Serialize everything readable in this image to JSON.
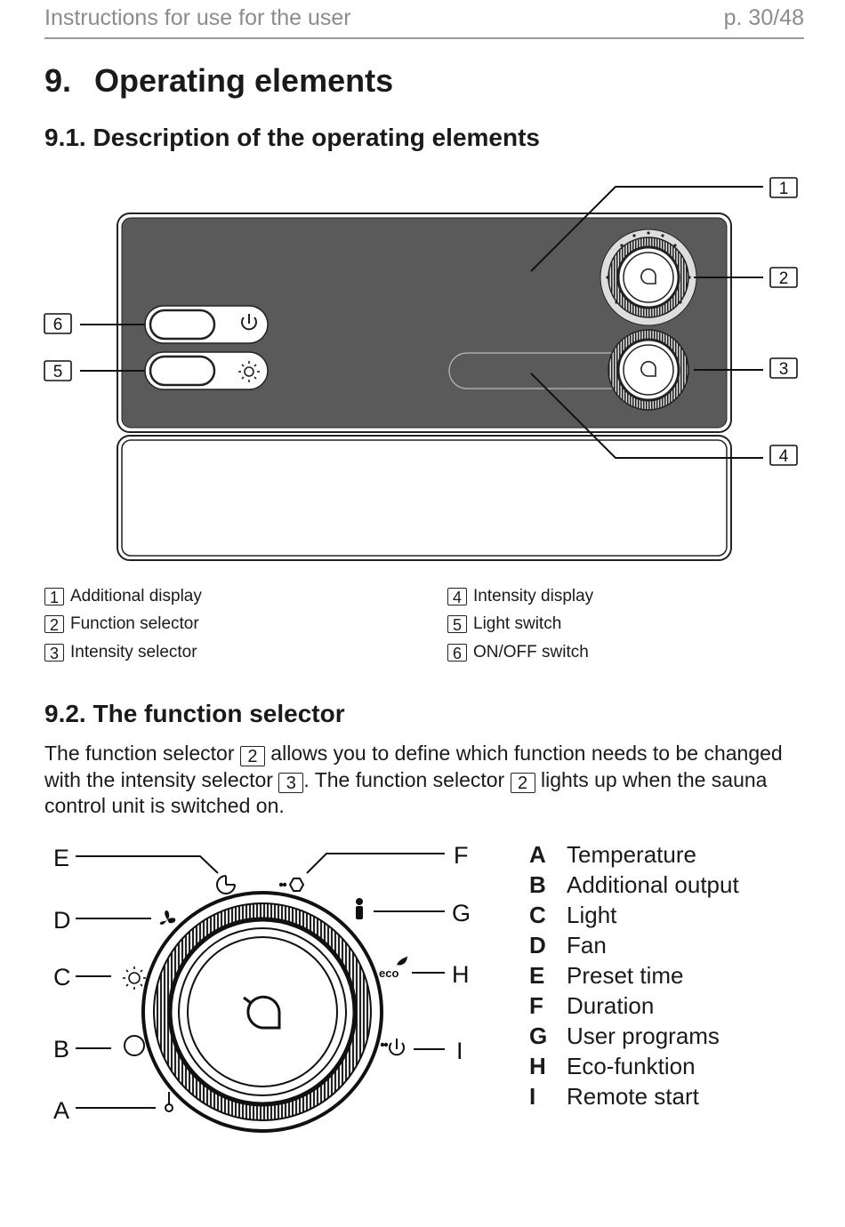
{
  "header": {
    "title": "Instructions for use for the user",
    "page": "p. 30/48"
  },
  "section": {
    "number": "9.",
    "title": "Operating elements"
  },
  "sub1": {
    "title": "9.1. Description of the operating elements"
  },
  "figure1": {
    "callouts": [
      "1",
      "2",
      "3",
      "4",
      "5",
      "6"
    ]
  },
  "legend": [
    {
      "num": "1",
      "label": "Additional display"
    },
    {
      "num": "2",
      "label": "Function selector"
    },
    {
      "num": "3",
      "label": "Intensity selector"
    },
    {
      "num": "4",
      "label": "Intensity display"
    },
    {
      "num": "5",
      "label": "Light switch"
    },
    {
      "num": "6",
      "label": "ON/OFF switch"
    }
  ],
  "sub2": {
    "title": "9.2. The function selector"
  },
  "paragraph": {
    "t1": "The function selector ",
    "b1": "2",
    "t2": " allows you to define which function needs to be changed with the intensity selector ",
    "b2": "3",
    "t3": ". The function selector ",
    "b3": "2",
    "t4": " lights up when the sauna control unit is switched on."
  },
  "figure2": {
    "letters": [
      "A",
      "B",
      "C",
      "D",
      "E",
      "F",
      "G",
      "H",
      "I"
    ],
    "eco_label": "eco"
  },
  "functions": [
    {
      "key": "A",
      "label": "Temperature"
    },
    {
      "key": "B",
      "label": "Additional output"
    },
    {
      "key": "C",
      "label": "Light"
    },
    {
      "key": "D",
      "label": "Fan"
    },
    {
      "key": "E",
      "label": "Preset time"
    },
    {
      "key": "F",
      "label": "Duration"
    },
    {
      "key": "G",
      "label": "User programs"
    },
    {
      "key": "H",
      "label": "Eco-funktion"
    },
    {
      "key": "I",
      "label": "Remote start"
    }
  ]
}
